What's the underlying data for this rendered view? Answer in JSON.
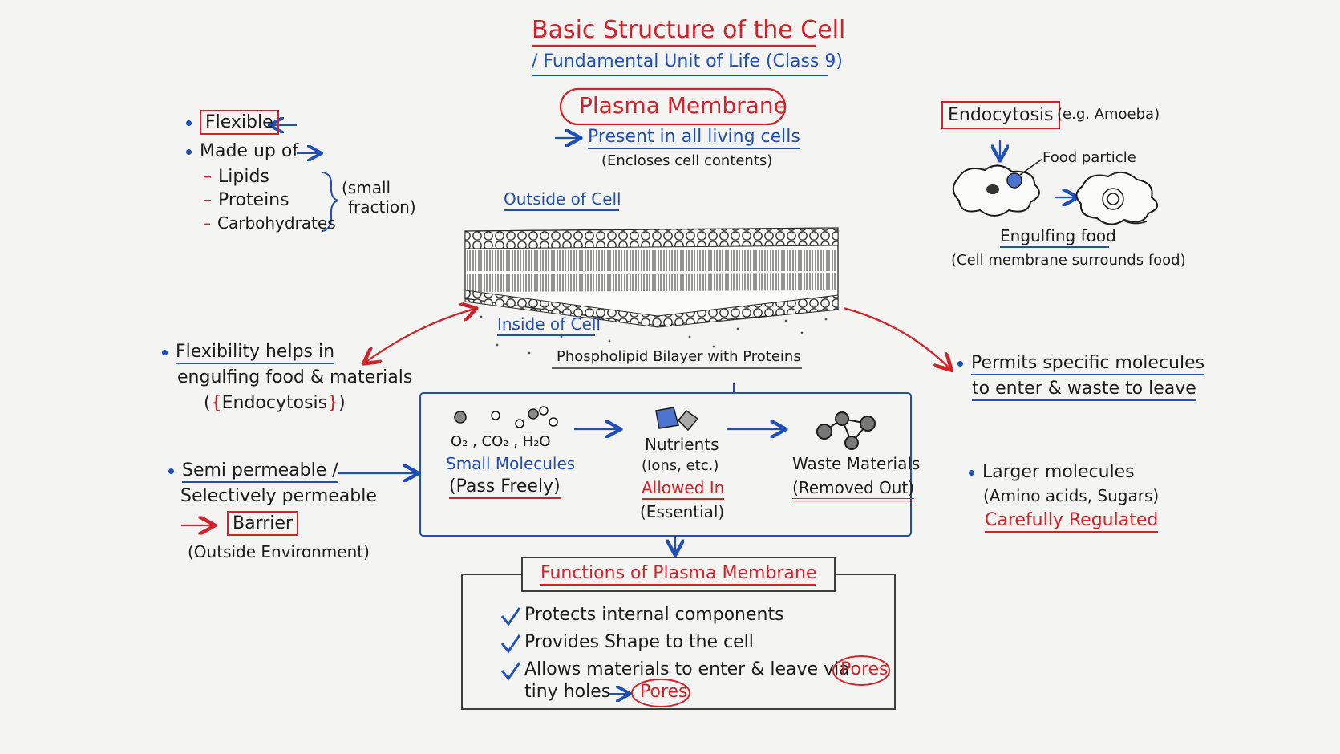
{
  "title": "Basic Structure of the Cell",
  "subtitle": "/ Fundamental Unit of Life (Class 9)",
  "center": {
    "heading": "Plasma Membrane",
    "present": "Present in all living cells",
    "encloses": "(Encloses cell contents)",
    "outside": "Outside of Cell",
    "inside": "Inside of Cell",
    "bilayer": "Phospholipid Bilayer with Proteins"
  },
  "left_top": {
    "flexible": "Flexible",
    "made_up": "Made up of",
    "items": [
      "Lipids",
      "Proteins",
      "Carbohydrates"
    ],
    "small_fraction_1": "(small",
    "small_fraction_2": "fraction)"
  },
  "right_top": {
    "endocytosis": "Endocytosis",
    "example": "(e.g. Amoeba)",
    "food_particle": "Food particle",
    "engulfing": "Engulfing food",
    "surrounds": "(Cell membrane surrounds food)"
  },
  "left_mid": {
    "line1": "Flexibility helps in",
    "line2": "engulfing food & materials",
    "line3": "Endocytosis"
  },
  "left_low": {
    "line1": "Semi permeable /",
    "line2": "Selectively permeable",
    "barrier": "Barrier",
    "outside_env": "(Outside Environment)"
  },
  "right_mid": {
    "line1": "Permits specific molecules",
    "line2": "to enter & waste to leave"
  },
  "right_low": {
    "line1": "Larger molecules",
    "line2": "(Amino acids, Sugars)",
    "line3": "Carefully Regulated"
  },
  "transport": {
    "formula": "O₂ , CO₂ , H₂O",
    "small": "Small Molecules",
    "pass": "(Pass Freely)",
    "nutrients": "Nutrients",
    "ions": "(Ions, etc.)",
    "allowed": "Allowed In",
    "essential": "(Essential)",
    "waste": "Waste Materials",
    "removed": "(Removed Out)"
  },
  "functions": {
    "heading": "Functions of Plasma Membrane",
    "item1": "Protects internal components",
    "item2": "Provides Shape to the cell",
    "item3": "Allows materials to enter & leave via",
    "item3b": "tiny holes",
    "pores1": "Pores",
    "pores2": "Pores"
  },
  "colors": {
    "blue": "#1f4fb8",
    "red": "#d0242a",
    "ink": "#1c1c1c"
  }
}
